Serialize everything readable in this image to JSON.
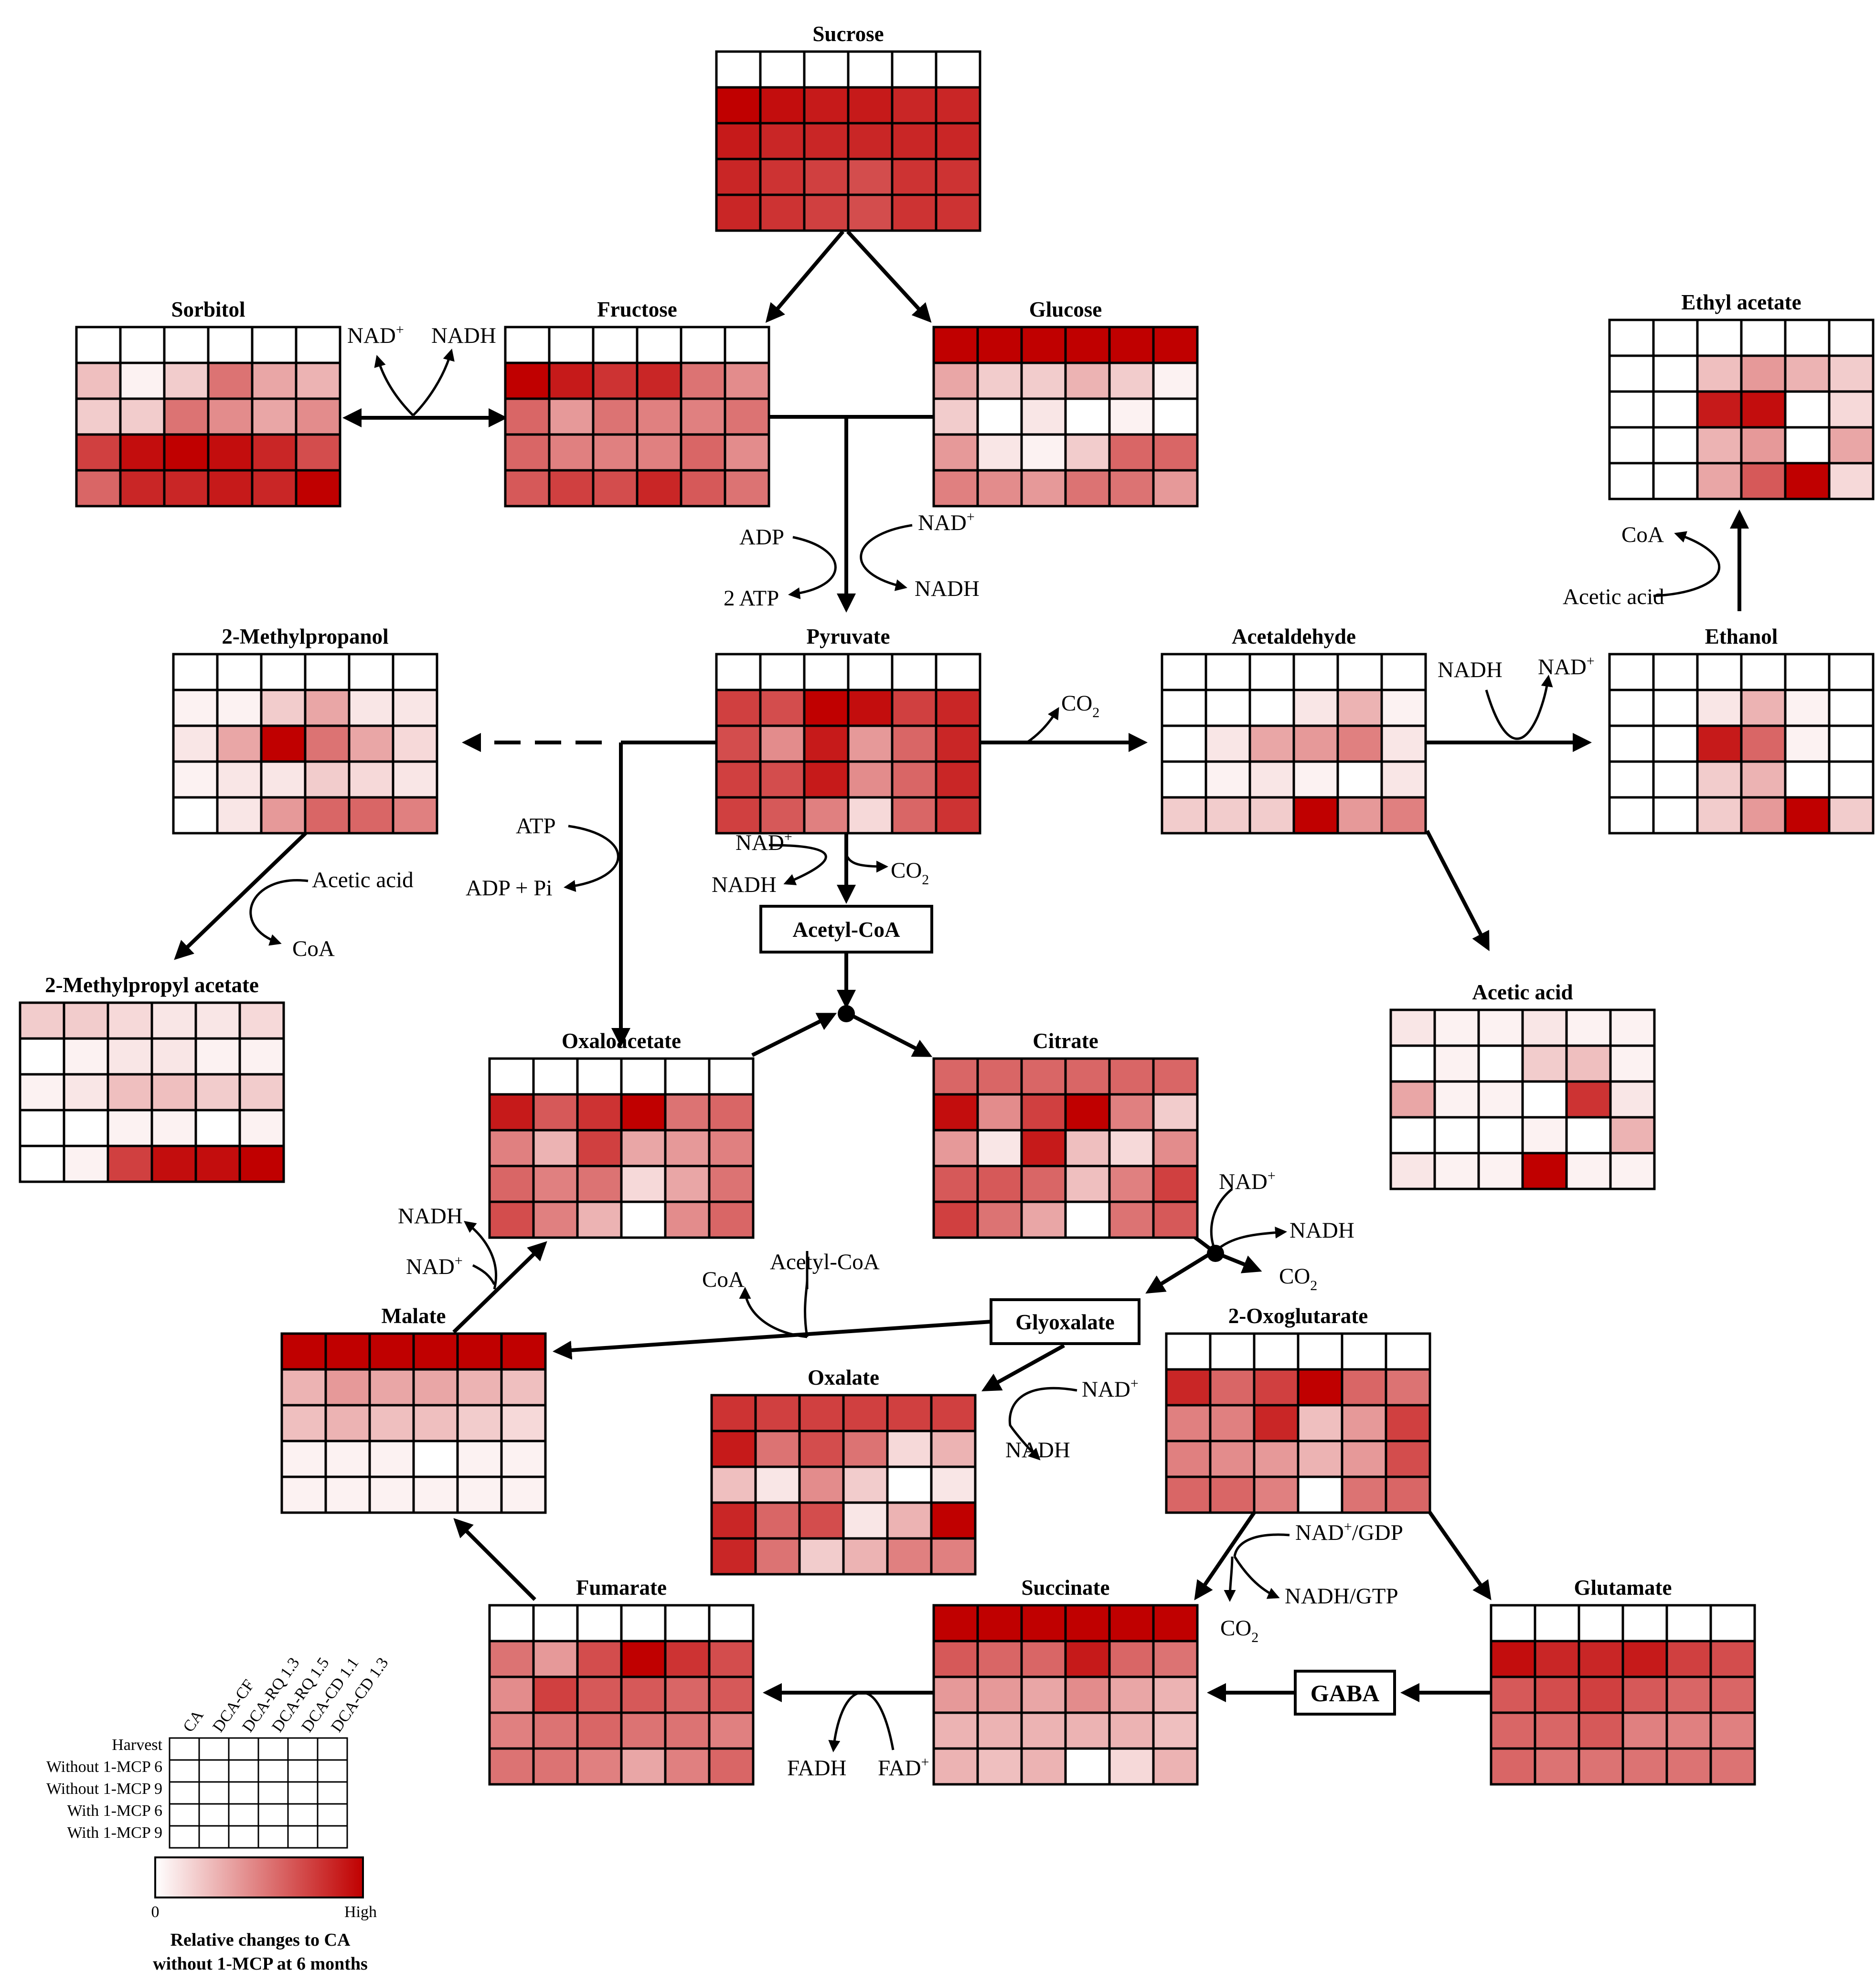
{
  "colors": {
    "low": "#ffffff",
    "high": "#c00000",
    "line": "#000000"
  },
  "scale": {
    "min_label": "0",
    "max_label": "High"
  },
  "metabolites": [
    {
      "id": "sucrose",
      "name": "Sucrose",
      "values": [
        [
          0,
          0,
          0,
          0,
          0,
          0
        ],
        [
          1.0,
          0.95,
          0.9,
          0.9,
          0.85,
          0.85
        ],
        [
          0.9,
          0.85,
          0.85,
          0.85,
          0.85,
          0.85
        ],
        [
          0.85,
          0.8,
          0.75,
          0.7,
          0.8,
          0.8
        ],
        [
          0.85,
          0.8,
          0.75,
          0.7,
          0.8,
          0.8
        ]
      ]
    },
    {
      "id": "sorbitol",
      "name": "Sorbitol",
      "values": [
        [
          0,
          0,
          0,
          0,
          0,
          0
        ],
        [
          0.25,
          0.05,
          0.2,
          0.55,
          0.35,
          0.3
        ],
        [
          0.2,
          0.2,
          0.55,
          0.45,
          0.35,
          0.45
        ],
        [
          0.75,
          0.95,
          1.0,
          0.95,
          0.85,
          0.7
        ],
        [
          0.6,
          0.85,
          0.85,
          0.9,
          0.85,
          1.0
        ]
      ]
    },
    {
      "id": "fructose",
      "name": "Fructose",
      "values": [
        [
          0,
          0,
          0,
          0,
          0,
          0
        ],
        [
          1.0,
          0.9,
          0.8,
          0.85,
          0.55,
          0.45
        ],
        [
          0.6,
          0.4,
          0.55,
          0.5,
          0.5,
          0.55
        ],
        [
          0.6,
          0.5,
          0.5,
          0.5,
          0.6,
          0.45
        ],
        [
          0.65,
          0.75,
          0.7,
          0.85,
          0.65,
          0.55
        ]
      ]
    },
    {
      "id": "glucose",
      "name": "Glucose",
      "values": [
        [
          1.0,
          1.0,
          1.0,
          1.0,
          1.0,
          1.0
        ],
        [
          0.35,
          0.2,
          0.2,
          0.3,
          0.2,
          0.05
        ],
        [
          0.2,
          0,
          0.1,
          0,
          0.05,
          0
        ],
        [
          0.4,
          0.1,
          0.05,
          0.2,
          0.6,
          0.6
        ],
        [
          0.5,
          0.45,
          0.4,
          0.55,
          0.55,
          0.4
        ]
      ]
    },
    {
      "id": "ethyl_acetate",
      "name": "Ethyl acetate",
      "values": [
        [
          0,
          0,
          0,
          0,
          0,
          0
        ],
        [
          0,
          0,
          0.25,
          0.4,
          0.3,
          0.2
        ],
        [
          0,
          0,
          0.9,
          0.95,
          0,
          0.15
        ],
        [
          0,
          0,
          0.3,
          0.4,
          0,
          0.35
        ],
        [
          0,
          0,
          0.35,
          0.65,
          1.0,
          0.15
        ]
      ]
    },
    {
      "id": "methylpropanol",
      "name": "2-Methylpropanol",
      "values": [
        [
          0,
          0,
          0,
          0,
          0,
          0
        ],
        [
          0.05,
          0.05,
          0.2,
          0.35,
          0.1,
          0.1
        ],
        [
          0.1,
          0.35,
          1.0,
          0.55,
          0.35,
          0.15
        ],
        [
          0.05,
          0.1,
          0.1,
          0.2,
          0.15,
          0.1
        ],
        [
          0,
          0.1,
          0.4,
          0.6,
          0.6,
          0.5
        ]
      ]
    },
    {
      "id": "pyruvate",
      "name": "Pyruvate",
      "values": [
        [
          0,
          0,
          0,
          0,
          0,
          0
        ],
        [
          0.75,
          0.7,
          1.0,
          0.95,
          0.75,
          0.85
        ],
        [
          0.7,
          0.45,
          0.9,
          0.4,
          0.6,
          0.85
        ],
        [
          0.75,
          0.7,
          0.9,
          0.45,
          0.6,
          0.85
        ],
        [
          0.75,
          0.65,
          0.5,
          0.15,
          0.6,
          0.8
        ]
      ]
    },
    {
      "id": "acetaldehyde",
      "name": "Acetaldehyde",
      "values": [
        [
          0,
          0,
          0,
          0,
          0,
          0
        ],
        [
          0,
          0,
          0,
          0.1,
          0.3,
          0.05
        ],
        [
          0,
          0.1,
          0.35,
          0.4,
          0.5,
          0.1
        ],
        [
          0,
          0.05,
          0.1,
          0.05,
          0,
          0.1
        ],
        [
          0.2,
          0.2,
          0.2,
          1.0,
          0.4,
          0.5
        ]
      ]
    },
    {
      "id": "ethanol",
      "name": "Ethanol",
      "values": [
        [
          0,
          0,
          0,
          0,
          0,
          0
        ],
        [
          0,
          0,
          0.1,
          0.3,
          0.05,
          0
        ],
        [
          0,
          0,
          0.9,
          0.6,
          0.05,
          0
        ],
        [
          0,
          0,
          0.2,
          0.3,
          0,
          0
        ],
        [
          0,
          0,
          0.2,
          0.4,
          1.0,
          0.2
        ]
      ]
    },
    {
      "id": "methylpropyl_acetate",
      "name": "2-Methylpropyl  acetate",
      "values": [
        [
          0.2,
          0.2,
          0.15,
          0.1,
          0.1,
          0.15
        ],
        [
          0,
          0.05,
          0.1,
          0.1,
          0.05,
          0.05
        ],
        [
          0.05,
          0.1,
          0.25,
          0.25,
          0.2,
          0.2
        ],
        [
          0,
          0,
          0.05,
          0.05,
          0,
          0.05
        ],
        [
          0,
          0.05,
          0.75,
          0.95,
          0.95,
          1.0
        ]
      ]
    },
    {
      "id": "oxaloacetate",
      "name": "Oxaloacetate",
      "values": [
        [
          0,
          0,
          0,
          0,
          0,
          0
        ],
        [
          0.9,
          0.65,
          0.8,
          1.0,
          0.55,
          0.6
        ],
        [
          0.5,
          0.3,
          0.75,
          0.35,
          0.4,
          0.5
        ],
        [
          0.6,
          0.5,
          0.55,
          0.15,
          0.35,
          0.55
        ],
        [
          0.7,
          0.5,
          0.3,
          0,
          0.45,
          0.6
        ]
      ]
    },
    {
      "id": "citrate",
      "name": "Citrate",
      "values": [
        [
          0.6,
          0.6,
          0.6,
          0.6,
          0.6,
          0.6
        ],
        [
          0.95,
          0.45,
          0.75,
          1.0,
          0.5,
          0.2
        ],
        [
          0.4,
          0.1,
          0.9,
          0.25,
          0.15,
          0.45
        ],
        [
          0.65,
          0.65,
          0.6,
          0.25,
          0.5,
          0.75
        ],
        [
          0.75,
          0.55,
          0.35,
          0,
          0.55,
          0.65
        ]
      ]
    },
    {
      "id": "acetic_acid",
      "name": "Acetic acid",
      "values": [
        [
          0.1,
          0.05,
          0.05,
          0.1,
          0.05,
          0.05
        ],
        [
          0,
          0.05,
          0,
          0.2,
          0.25,
          0.05
        ],
        [
          0.35,
          0.05,
          0.05,
          0,
          0.8,
          0.1
        ],
        [
          0,
          0,
          0,
          0.05,
          0,
          0.3
        ],
        [
          0.1,
          0.05,
          0.05,
          1.0,
          0.05,
          0.05
        ]
      ]
    },
    {
      "id": "malate",
      "name": "Malate",
      "values": [
        [
          1.0,
          1.0,
          1.0,
          1.0,
          1.0,
          1.0
        ],
        [
          0.3,
          0.4,
          0.35,
          0.35,
          0.3,
          0.25
        ],
        [
          0.25,
          0.3,
          0.25,
          0.25,
          0.2,
          0.15
        ],
        [
          0.05,
          0.05,
          0.05,
          0,
          0.05,
          0.05
        ],
        [
          0.05,
          0.05,
          0.05,
          0.05,
          0.05,
          0.05
        ]
      ]
    },
    {
      "id": "oxalate",
      "name": "Oxalate",
      "values": [
        [
          0.8,
          0.75,
          0.75,
          0.75,
          0.75,
          0.75
        ],
        [
          0.9,
          0.55,
          0.7,
          0.55,
          0.15,
          0.3
        ],
        [
          0.25,
          0.1,
          0.45,
          0.2,
          0,
          0.1
        ],
        [
          0.85,
          0.6,
          0.7,
          0.1,
          0.3,
          1.0
        ],
        [
          0.85,
          0.55,
          0.2,
          0.3,
          0.5,
          0.5
        ]
      ]
    },
    {
      "id": "oxoglutarate",
      "name": "2-Oxoglutarate",
      "values": [
        [
          0,
          0,
          0,
          0,
          0,
          0
        ],
        [
          0.85,
          0.6,
          0.75,
          1.0,
          0.6,
          0.55
        ],
        [
          0.5,
          0.5,
          0.85,
          0.25,
          0.4,
          0.75
        ],
        [
          0.5,
          0.45,
          0.4,
          0.3,
          0.4,
          0.7
        ],
        [
          0.6,
          0.6,
          0.5,
          0,
          0.55,
          0.6
        ]
      ]
    },
    {
      "id": "fumarate",
      "name": "Fumarate",
      "values": [
        [
          0,
          0,
          0,
          0,
          0,
          0
        ],
        [
          0.55,
          0.4,
          0.7,
          1.0,
          0.8,
          0.7
        ],
        [
          0.45,
          0.75,
          0.65,
          0.65,
          0.6,
          0.65
        ],
        [
          0.5,
          0.55,
          0.6,
          0.55,
          0.55,
          0.5
        ],
        [
          0.55,
          0.55,
          0.5,
          0.35,
          0.5,
          0.6
        ]
      ]
    },
    {
      "id": "succinate",
      "name": "Succinate",
      "values": [
        [
          1.0,
          1.0,
          1.0,
          1.0,
          1.0,
          1.0
        ],
        [
          0.65,
          0.6,
          0.6,
          0.9,
          0.6,
          0.55
        ],
        [
          0.4,
          0.4,
          0.35,
          0.45,
          0.35,
          0.3
        ],
        [
          0.3,
          0.3,
          0.3,
          0.3,
          0.3,
          0.25
        ],
        [
          0.3,
          0.25,
          0.3,
          0,
          0.15,
          0.3
        ]
      ]
    },
    {
      "id": "glutamate",
      "name": "Glutamate",
      "values": [
        [
          0,
          0,
          0,
          0,
          0,
          0
        ],
        [
          0.95,
          0.85,
          0.85,
          0.9,
          0.75,
          0.7
        ],
        [
          0.65,
          0.7,
          0.75,
          0.65,
          0.6,
          0.6
        ],
        [
          0.6,
          0.6,
          0.65,
          0.5,
          0.5,
          0.5
        ],
        [
          0.6,
          0.55,
          0.55,
          0.55,
          0.55,
          0.55
        ]
      ]
    }
  ],
  "boxed_labels": [
    {
      "id": "acetyl_coa",
      "text": "Acetyl-CoA"
    },
    {
      "id": "glyoxalate",
      "text": "Glyoxalate"
    },
    {
      "id": "gaba",
      "text": "GABA"
    }
  ],
  "cofactors": {
    "nad_sorb": "NAD",
    "nadh_sorb": "NADH",
    "adp": "ADP",
    "atp2": "2 ATP",
    "nad_gly": "NAD",
    "nadh_gly": "NADH",
    "coa_eth": "CoA",
    "acetic_eth": "Acetic acid",
    "nadh_ald": "NADH",
    "nad_ald": "NAD",
    "co2_pyr": "CO",
    "atp": "ATP",
    "adppi": "ADP + Pi",
    "nad_pdh": "NAD",
    "nadh_pdh": "NADH",
    "co2_pdh": "CO",
    "acetic_mp": "Acetic acid",
    "coa_mp": "CoA",
    "nad_cit": "NAD",
    "nadh_cit": "NADH",
    "co2_cit": "CO",
    "nadh_mal": "NADH",
    "nad_mal": "NAD",
    "coa_gly": "CoA",
    "acetylcoa_gly": "Acetyl-CoA",
    "nad_oxa": "NAD",
    "nadh_oxa": "NADH",
    "nadgdp": "NAD",
    "nadgdp_rest": "/GDP",
    "nadhgtp": "NADH/GTP",
    "co2_suc": "CO",
    "fadh": "FADH",
    "fad": "FAD",
    "plus": "+",
    "sub2": "2"
  },
  "legend": {
    "columns": [
      "CA",
      "DCA-CF",
      "DCA-RQ 1.3",
      "DCA-RQ 1.5",
      "DCA-CD 1.1",
      "DCA-CD 1.3"
    ],
    "rows": [
      "Harvest",
      "Without 1-MCP  6",
      "Without 1-MCP  9",
      "With 1-MCP  6",
      "With 1-MCP  9"
    ],
    "caption_line1": "Relative changes to CA",
    "caption_line2": "without 1-MCP at 6 months"
  }
}
